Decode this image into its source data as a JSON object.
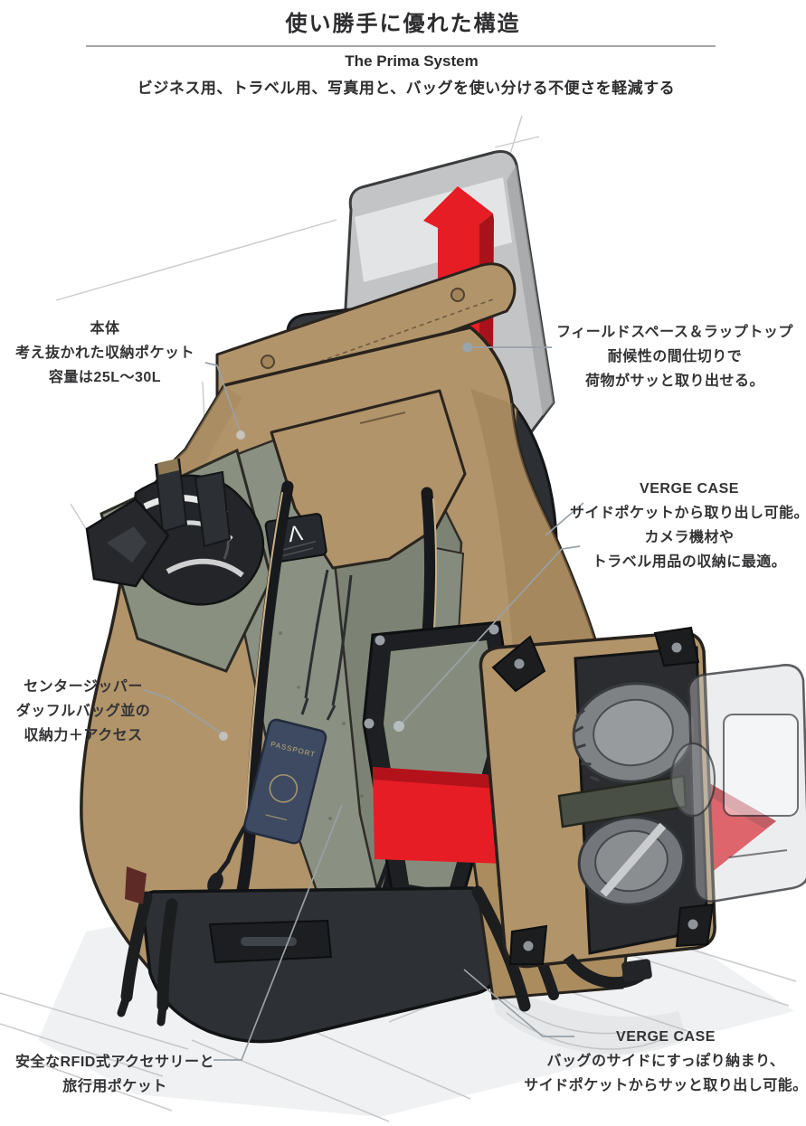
{
  "header": {
    "title": "使い勝手に優れた構造",
    "subtitle": "The Prima System",
    "tagline": "ビジネス用、トラベル用、写真用と、バッグを使い分ける不便さを軽減する"
  },
  "callouts": {
    "body": {
      "lines": [
        "本体",
        "考え抜かれた収納ポケット",
        "容量は25L〜30L"
      ]
    },
    "fieldspace": {
      "lines": [
        "フィールドスペース＆ラップトップ",
        "耐候性の間仕切りで",
        "荷物がサッと取り出せる。"
      ]
    },
    "verge_side": {
      "lines": [
        "VERGE CASE",
        "サイドポケットから取り出し可能。",
        "カメラ機材や",
        "トラベル用品の収納に最適。"
      ]
    },
    "center_zipper": {
      "lines": [
        "センタージッパー",
        "ダッフルバッグ並の",
        "収納力＋アクセス"
      ]
    },
    "rfid": {
      "lines": [
        "安全なRFID式アクセサリーと",
        "旅行用ポケット"
      ]
    },
    "verge_bottom": {
      "lines": [
        "VERGE CASE",
        "バッグのサイドにすっぽり納まり、",
        "サイドポケットからサッと取り出し可能。"
      ]
    }
  },
  "illustration": {
    "passport_label": "PASSPORT",
    "logo_glyph": "Λ"
  },
  "colors": {
    "accent_red": "#e71d25",
    "accent_red_dark": "#a8121a",
    "bag_tan": "#b2946a",
    "lining_olive": "#8b9182",
    "charcoal": "#2d3034",
    "laptop_grey": "#c3c4c6",
    "passport_navy": "#3d4a61",
    "leader_grey": "#99a1a7"
  }
}
